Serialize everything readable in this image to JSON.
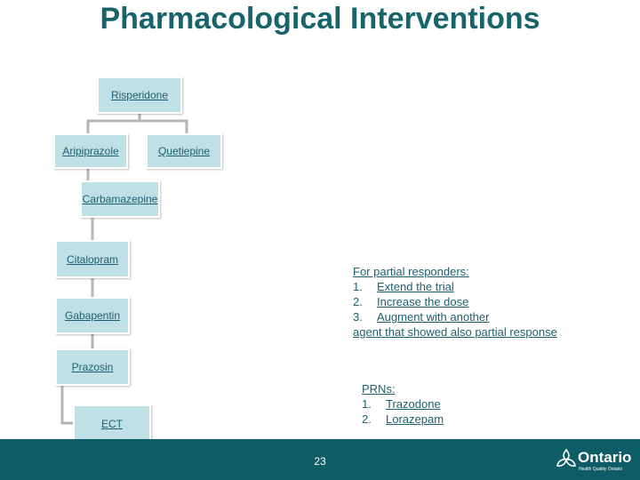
{
  "title": "Pharmacological Interventions",
  "diagram": {
    "nodes": {
      "risperidone": "Risperidone",
      "aripiprazole": "Aripiprazole",
      "quetiepine": "Quetiepine",
      "carbamazepine": "Carbamazepine",
      "citalopram": "Citalopram",
      "gabapentin": "Gabapentin",
      "prazosin": "Prazosin",
      "ect": "ECT"
    }
  },
  "partial_responders": {
    "heading": "For partial responders:",
    "items": [
      {
        "num": "1.",
        "text": "Extend the trial"
      },
      {
        "num": "2.",
        "text": "Increase the dose"
      },
      {
        "num": "3.",
        "text": "Augment with another"
      }
    ],
    "continuation": "agent that showed also partial response"
  },
  "prns": {
    "heading": "PRNs:",
    "items": [
      {
        "num": "1.",
        "text": "Trazodone"
      },
      {
        "num": "2.",
        "text": "Lorazepam"
      }
    ]
  },
  "footer": {
    "page_number": "23",
    "logo_text": "Ontario",
    "logo_subtext": "Health Quality Ontario"
  },
  "colors": {
    "title": "#17646a",
    "node_fill": "#bfe0e5",
    "connector": "#b5b5b5",
    "footer": "#0e5d66"
  }
}
